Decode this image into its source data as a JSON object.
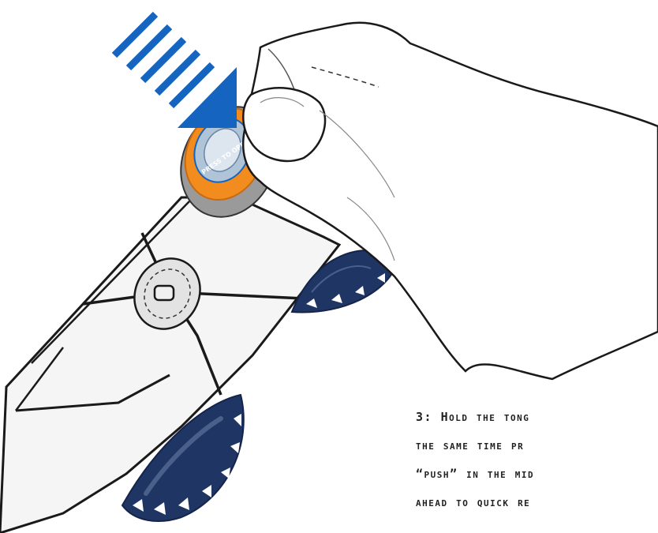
{
  "figure": {
    "dial_label": "PRESS TO OPEN",
    "caption_lines": [
      "3: Hold the tong",
      "the same time  pr",
      "“push” in the mid",
      "ahead to quick re"
    ],
    "colors": {
      "arrow": "#1565c0",
      "tread": "#1f3563",
      "dial_ring": "#f28c1e",
      "outline": "#1a1a1a"
    }
  }
}
